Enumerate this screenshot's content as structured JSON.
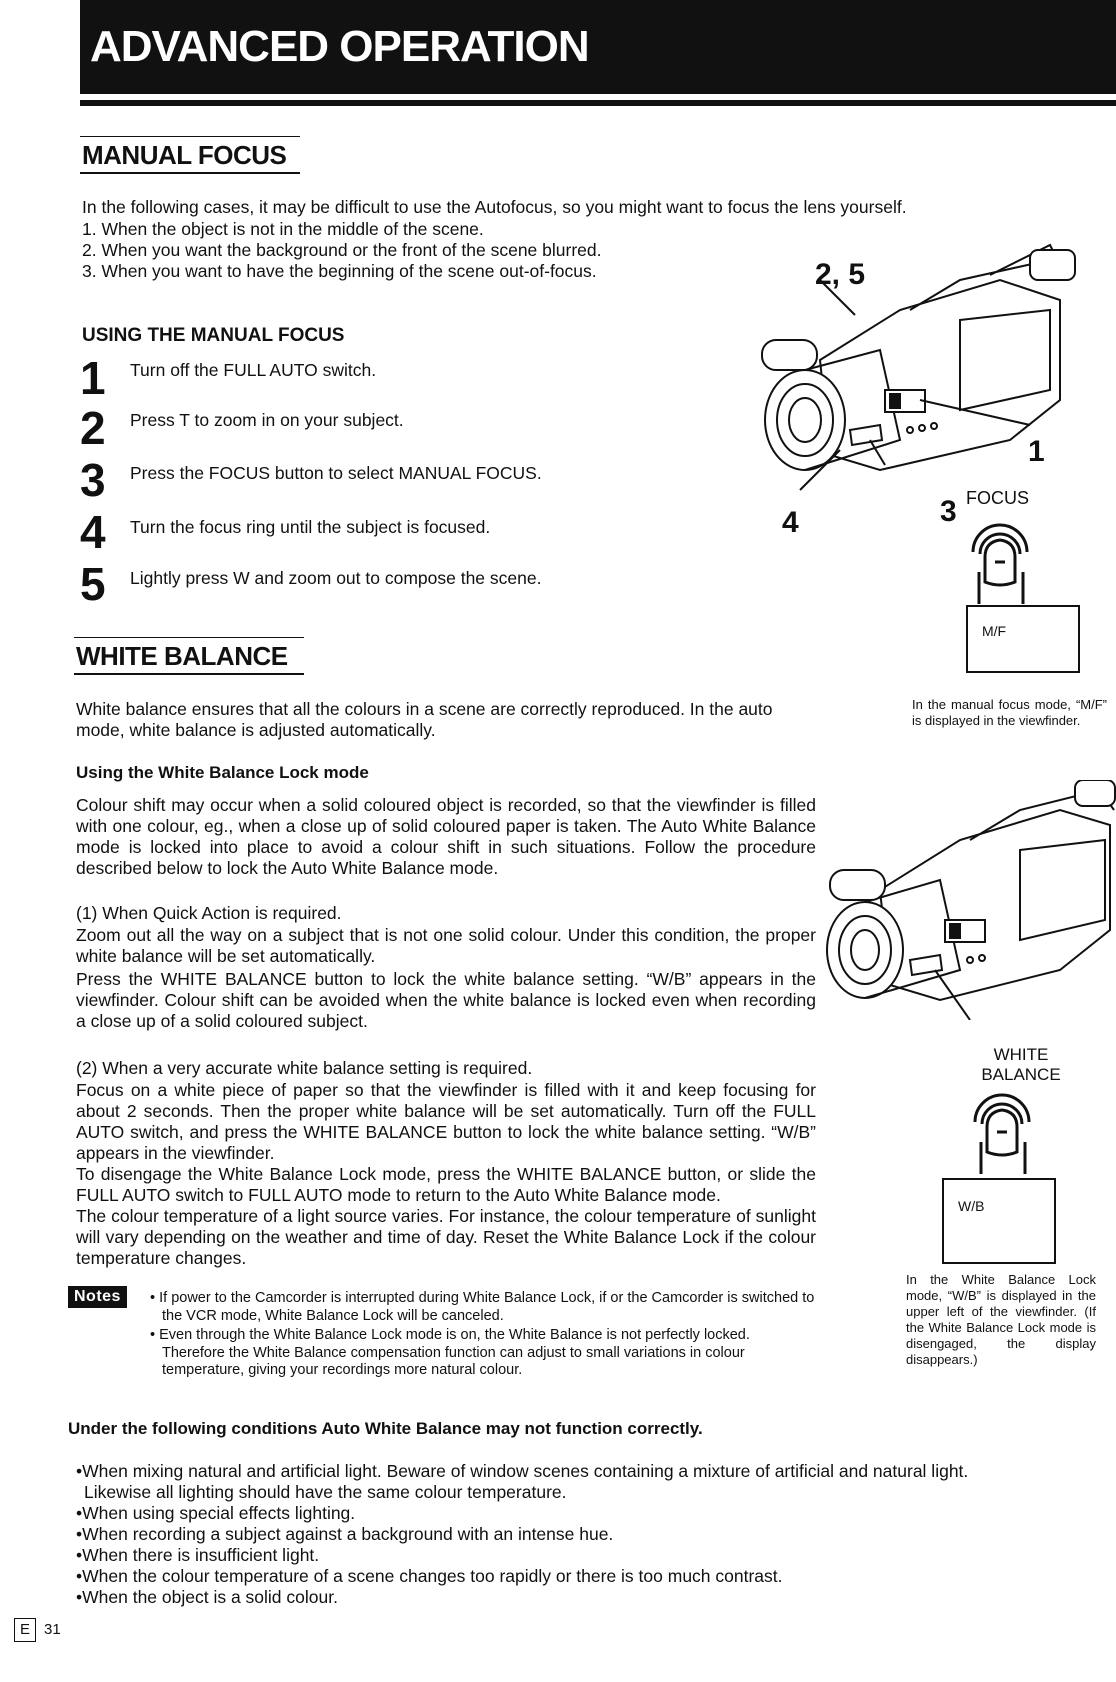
{
  "header": {
    "title": "ADVANCED OPERATION"
  },
  "manual_focus": {
    "title": "MANUAL FOCUS",
    "intro": "In the following cases, it may be difficult to use the Autofocus, so you might want to focus the lens yourself.",
    "cases": [
      "1.  When the object is not in the middle of the scene.",
      "2.  When you want the background or the front of the scene blurred.",
      "3.  When you want to have the beginning of the scene out-of-focus."
    ],
    "subhead": "USING THE MANUAL FOCUS",
    "steps": [
      {
        "num": "1",
        "text": "Turn off the FULL AUTO switch."
      },
      {
        "num": "2",
        "text": "Press T to zoom in on your subject."
      },
      {
        "num": "3",
        "text": "Press the FOCUS button to select MANUAL FOCUS."
      },
      {
        "num": "4",
        "text": "Turn the focus ring until the subject is focused."
      },
      {
        "num": "5",
        "text": "Lightly press W and zoom out to compose the scene."
      }
    ],
    "figure": {
      "label_25": "2, 5",
      "label_1": "1",
      "label_4": "4",
      "label_3": "3",
      "focus_label": "FOCUS",
      "viewfinder_text": "M/F",
      "caption": "In the manual focus mode, “M/F” is displayed in the viewfinder."
    }
  },
  "white_balance": {
    "title": "WHITE BALANCE",
    "intro": "White balance ensures that all the colours in a scene are correctly reproduced. In the auto mode, white balance is adjusted automatically.",
    "lock_subhead": "Using the White Balance Lock mode",
    "lock_intro": "Colour shift may occur when a solid coloured object is recorded, so that the viewfinder is filled with one colour, eg., when a close up of solid coloured paper is taken. The Auto White Balance mode is locked into place to avoid a colour shift in such situations. Follow the procedure described below to lock the Auto White Balance mode.",
    "case1_head": "(1)  When Quick Action is required.",
    "case1_text": "Zoom out all the way on a subject that is not one solid colour. Under this condition, the proper white balance will be set automatically.",
    "case1_text2": "Press the WHITE BALANCE button to lock the white balance setting. “W/B” appears in the viewfinder. Colour shift can be avoided when the white balance is locked even when recording a close up of a solid coloured subject.",
    "case2_head": "(2)  When a very accurate white balance setting is required.",
    "case2_text": "Focus on a white piece of paper so that the viewfinder is filled with it and keep focusing for about 2 seconds. Then the proper white balance will be set automatically. Turn off the FULL AUTO switch, and press the WHITE BALANCE button to lock the white balance setting. “W/B” appears in the viewfinder.",
    "case2_text2": "To disengage the White Balance Lock mode, press the WHITE BALANCE button, or slide the FULL AUTO switch to FULL AUTO mode to return to the Auto White Balance mode.",
    "case2_text3": "The colour temperature of a light source varies. For instance, the colour temperature of sunlight will vary depending on the weather and time of day. Reset the White Balance Lock if the colour temperature changes.",
    "notes_label": "Notes",
    "notes": [
      "• If power to the Camcorder is interrupted during White Balance Lock, if or the Camcorder is switched to the VCR mode, White Balance Lock will be canceled.",
      "• Even through the White Balance Lock mode is on, the White Balance is not perfectly locked. Therefore the White Balance compensation function can adjust to small variations in colour temperature, giving your recordings more natural colour."
    ],
    "figure": {
      "wb_label_line1": "WHITE",
      "wb_label_line2": "BALANCE",
      "viewfinder_text": "W/B",
      "caption": "In the White Balance Lock mode, “W/B” is displayed in the upper left of the viewfinder. (If the White Balance Lock mode is disengaged, the display disappears.)"
    },
    "conditions_head": "Under the following conditions Auto White Balance may not function correctly.",
    "conditions": [
      "•When mixing natural and artificial light. Beware of window scenes containing a mixture of artificial and natural light.",
      "Likewise all lighting should have the same colour temperature.",
      "•When using special effects lighting.",
      "•When recording a subject against a background with an intense hue.",
      "•When there is insufficient light.",
      "•When the colour temperature of a scene changes too rapidly or there is too much contrast.",
      "•When the object is a solid colour."
    ]
  },
  "footer": {
    "lang_box": "E",
    "page_number": "31"
  }
}
